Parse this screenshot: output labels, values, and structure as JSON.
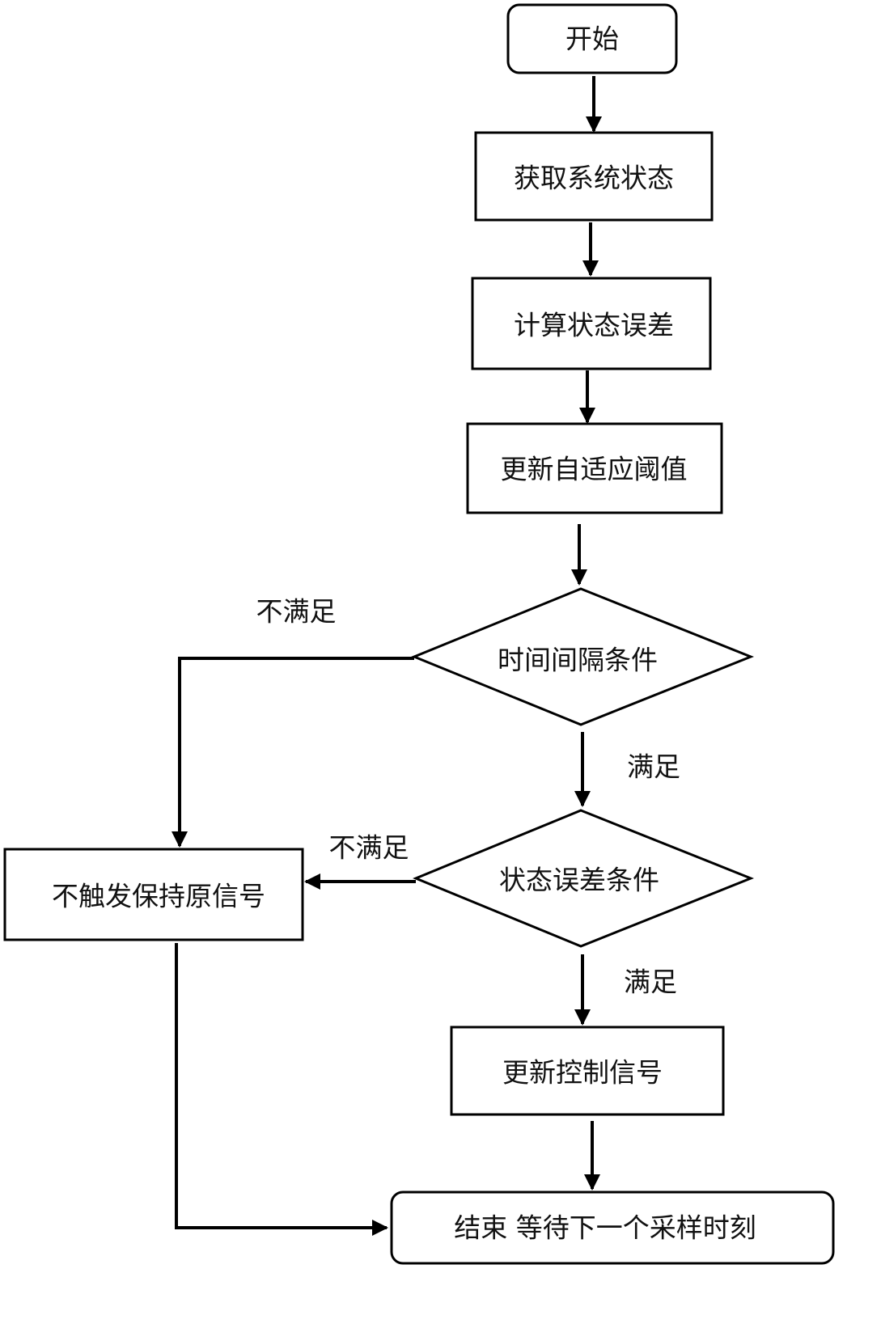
{
  "diagram": {
    "nodes": {
      "start": "开始",
      "get_state": "获取系统状态",
      "calc_error": "计算状态误差",
      "update_threshold": "更新自适应阈值",
      "time_condition": "时间间隔条件",
      "error_condition": "状态误差条件",
      "hold_signal": "不触发保持原信号",
      "update_control": "更新控制信号",
      "end": "结束 等待下一个采样时刻"
    },
    "edges": {
      "time_no": "不满足",
      "time_yes": "满足",
      "error_no": "不满足",
      "error_yes": "满足"
    }
  }
}
